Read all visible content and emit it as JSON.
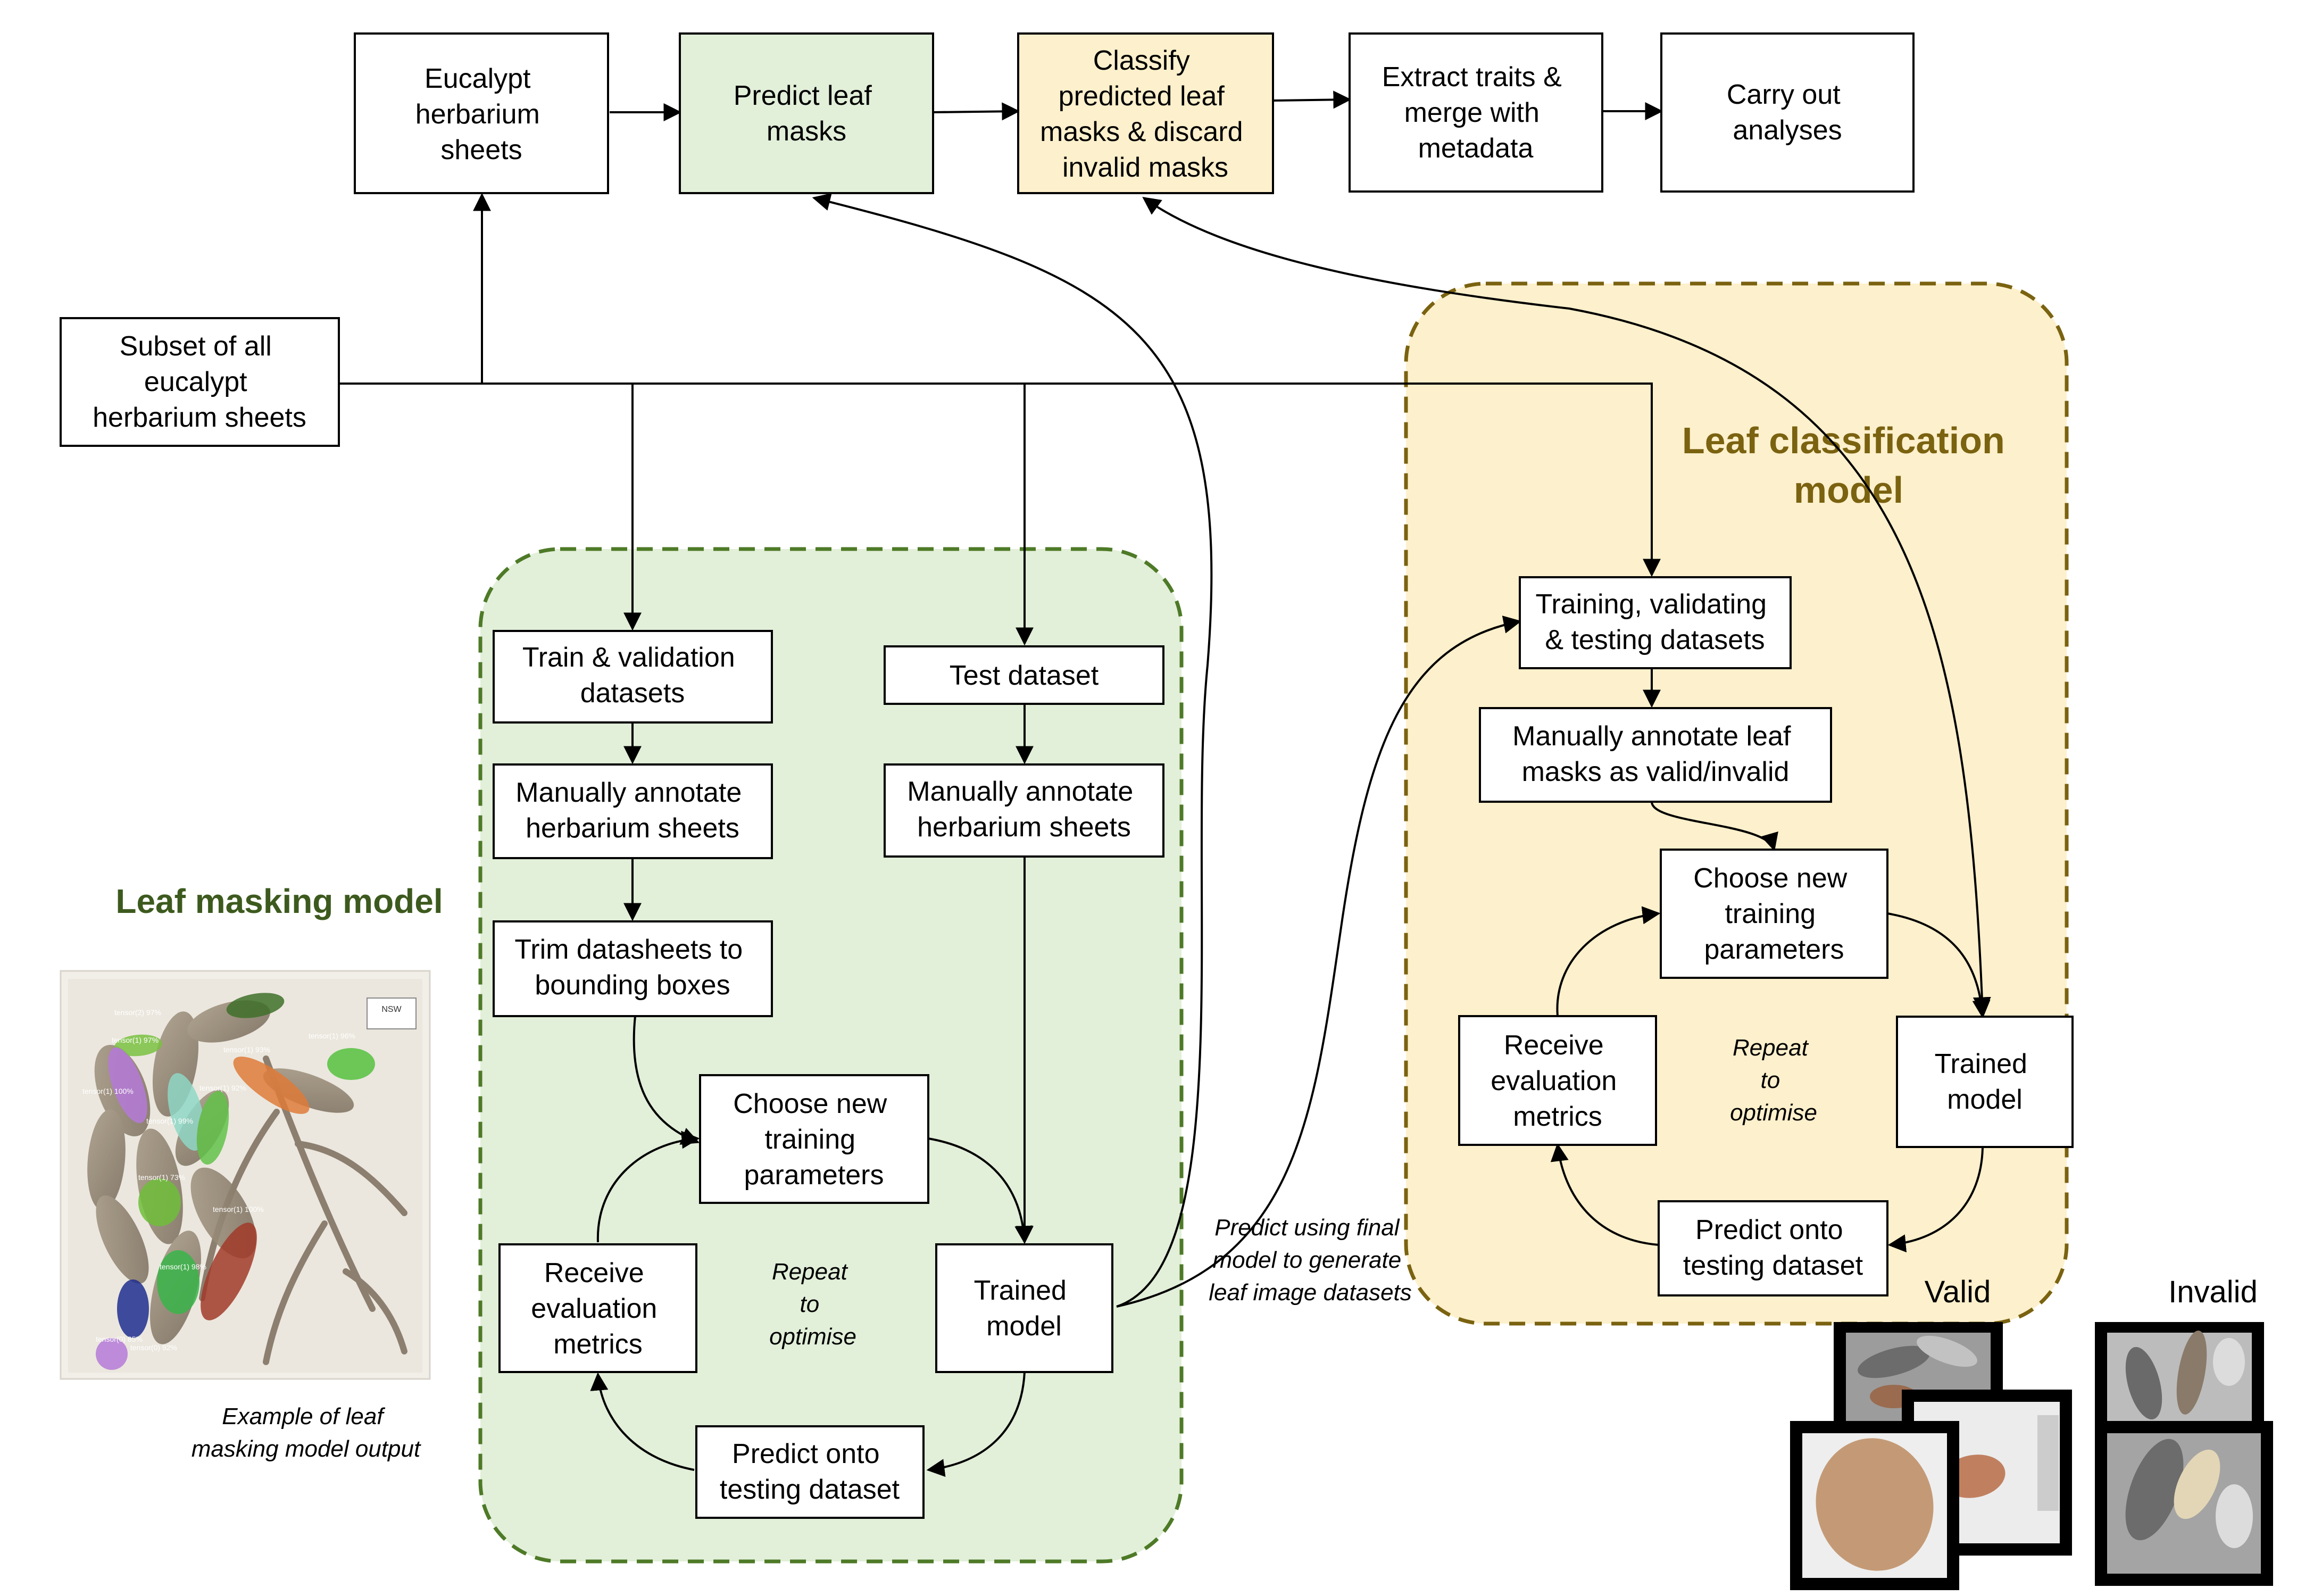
{
  "colors": {
    "green_region_fill": "#e2efd9",
    "green_region_border": "#4e7a27",
    "gold_region_fill": "#fdf0cc",
    "gold_region_border": "#7a6210",
    "predict_box_fill": "#e2efd9",
    "classify_box_fill": "#fdf0cc",
    "green_title": "#3d5a1e",
    "gold_title": "#7a6210"
  },
  "pipeline": {
    "herbarium": [
      "Eucalypt",
      "herbarium",
      "sheets"
    ],
    "predict": [
      "Predict leaf",
      "masks"
    ],
    "classify": [
      "Classify",
      "predicted leaf",
      "masks & discard",
      "invalid masks"
    ],
    "extract": [
      "Extract traits &",
      "merge with",
      "metadata"
    ],
    "analyses": [
      "Carry out",
      "analyses"
    ]
  },
  "subset": [
    "Subset of all",
    "eucalypt",
    "herbarium sheets"
  ],
  "masking_model": {
    "title": "Leaf masking model",
    "train_val": [
      "Train & validation",
      "datasets"
    ],
    "test": [
      "Test dataset"
    ],
    "annotate_train": [
      "Manually annotate",
      "herbarium sheets"
    ],
    "annotate_test": [
      "Manually annotate",
      "herbarium sheets"
    ],
    "trim": [
      "Trim datasheets to",
      "bounding boxes"
    ],
    "choose": [
      "Choose new",
      "training",
      "parameters"
    ],
    "trained": [
      "Trained",
      "model"
    ],
    "predict_test": [
      "Predict onto",
      "testing dataset"
    ],
    "receive": [
      "Receive",
      "evaluation",
      "metrics"
    ],
    "repeat": [
      "Repeat",
      "to",
      "optimise"
    ]
  },
  "classification_model": {
    "title": [
      "Leaf classification",
      "model"
    ],
    "datasets": [
      "Training, validating",
      "& testing datasets"
    ],
    "annotate": [
      "Manually annotate leaf",
      "masks as valid/invalid"
    ],
    "choose": [
      "Choose new",
      "training",
      "parameters"
    ],
    "trained": [
      "Trained",
      "model"
    ],
    "predict_test": [
      "Predict onto",
      "testing dataset"
    ],
    "receive": [
      "Receive",
      "evaluation",
      "metrics"
    ],
    "repeat": [
      "Repeat",
      "to",
      "optimise"
    ]
  },
  "predict_final_note": [
    "Predict using final",
    "model to generate",
    "leaf image datasets"
  ],
  "example_caption": [
    "Example of leaf",
    "masking model output"
  ],
  "valid_label": "Valid",
  "invalid_label": "Invalid",
  "example_image": {
    "sheet_label": "NSW",
    "mask_labels": [
      "tensor(2) 97%",
      "tensor(1) 97%",
      "tensor(1) 93%",
      "tensor(1) 96%",
      "tensor(1) 100%",
      "tensor(1) 92%",
      "tensor(1) 99%",
      "tensor(1) 73%",
      "tensor(1) 100%",
      "tensor(1) 98%",
      "tensor(0) 85%",
      "tensor(0) 92%"
    ]
  }
}
